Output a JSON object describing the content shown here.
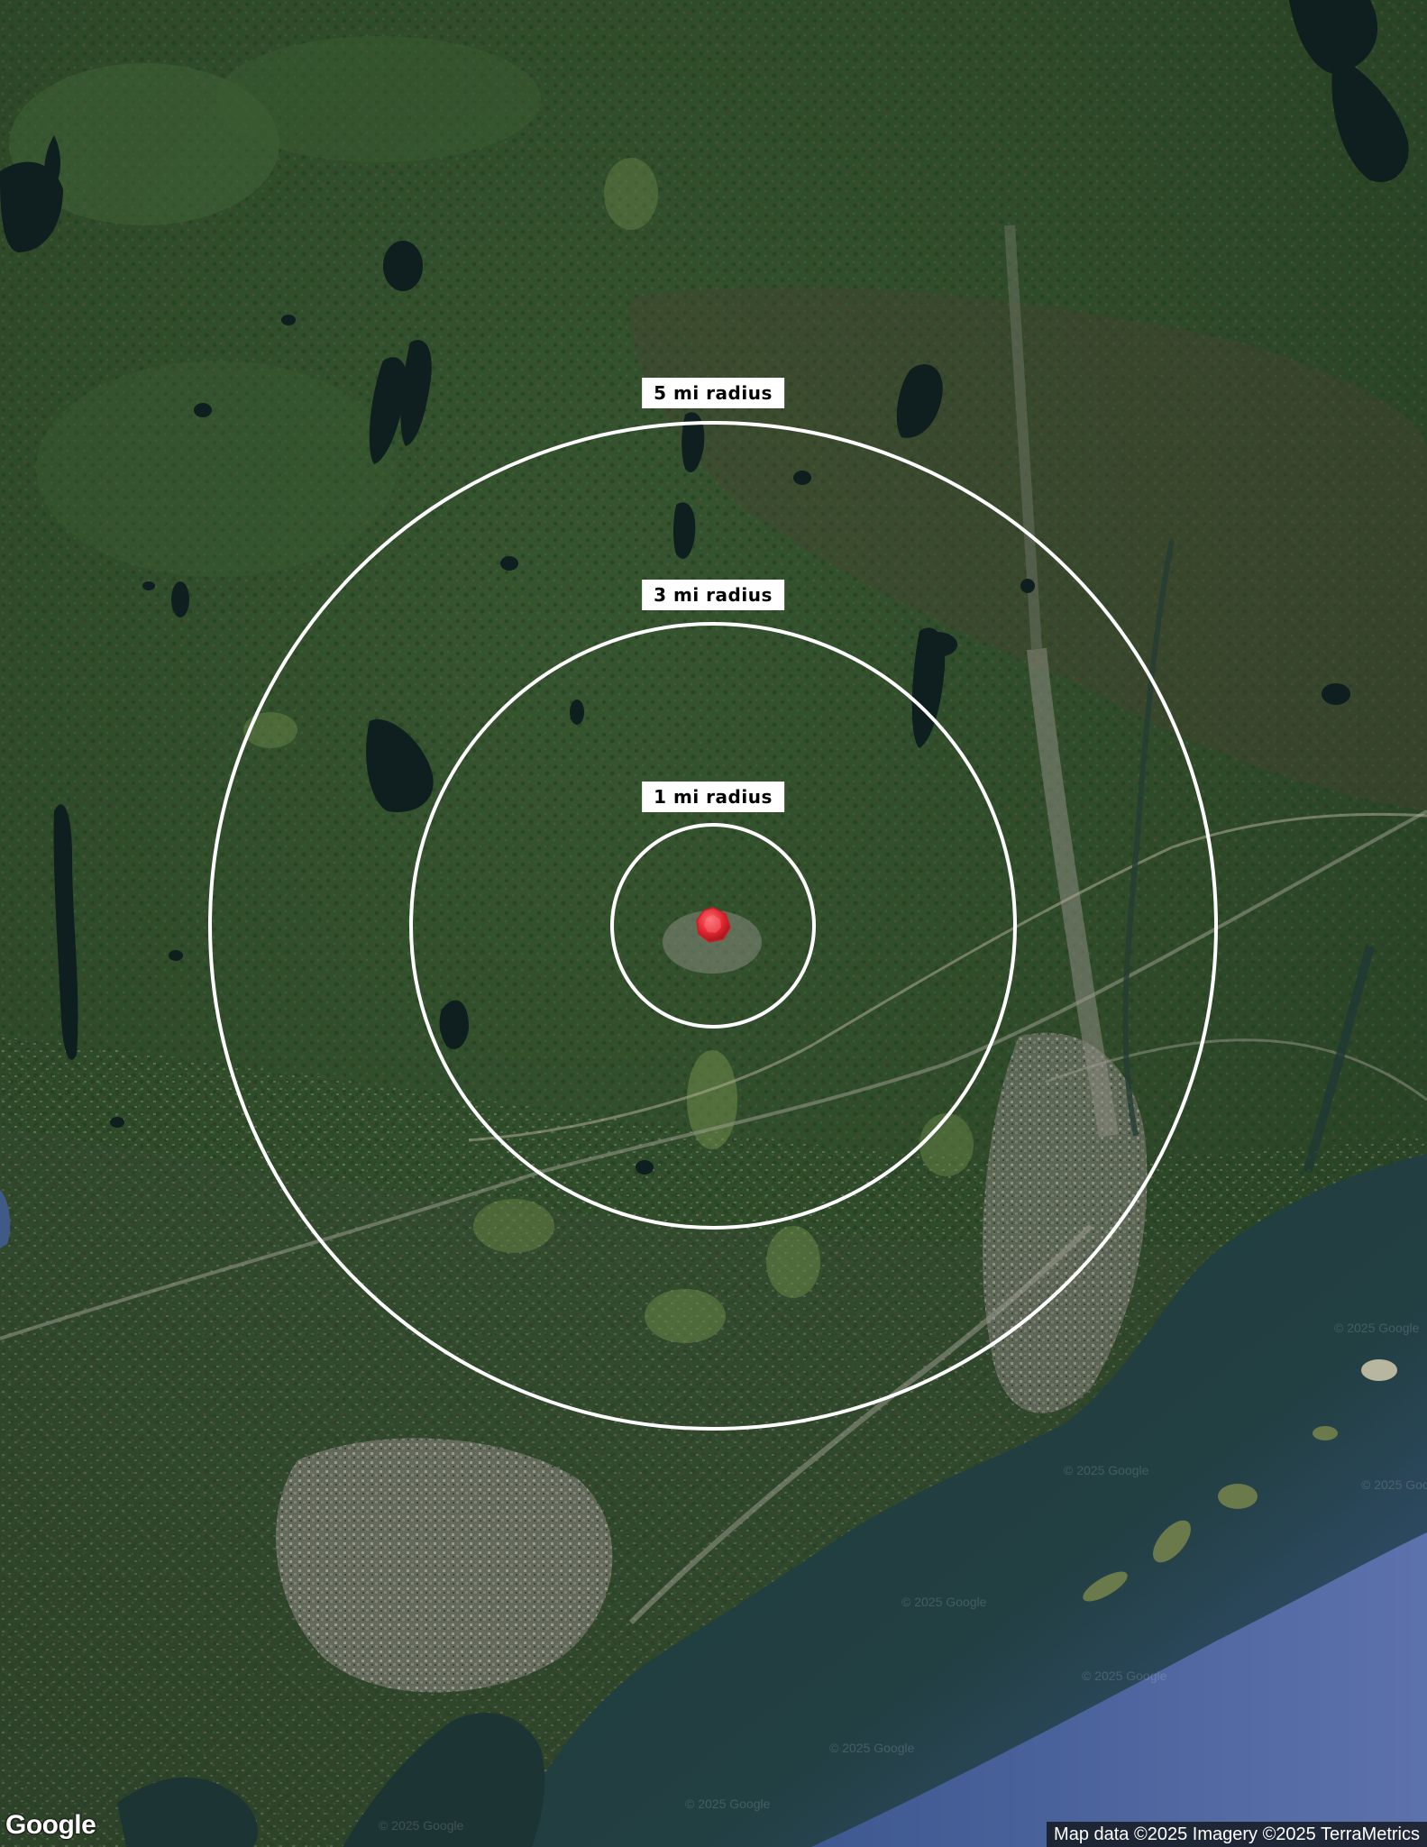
{
  "map": {
    "view": "satellite",
    "rings": [
      {
        "label": "5 mi radius",
        "radius_mi": 5
      },
      {
        "label": "3 mi radius",
        "radius_mi": 3
      },
      {
        "label": "1 mi radius",
        "radius_mi": 1
      }
    ],
    "ring_color": "#ffffff",
    "marker": {
      "icon": "red-location-marker-icon",
      "color": "#e0262f"
    },
    "colors": {
      "forest": "#2f4f2a",
      "forest_dark": "#22391f",
      "urban": "#6f7466",
      "water_dark": "#0f1e1e",
      "sound": "#1f3836",
      "open_water": "#5a6ea8"
    }
  },
  "branding": {
    "logo": "Google"
  },
  "attribution": {
    "text": "Map data ©2025 Imagery ©2025 TerraMetrics"
  },
  "watermarks": {
    "text": "© 2025 Google"
  }
}
